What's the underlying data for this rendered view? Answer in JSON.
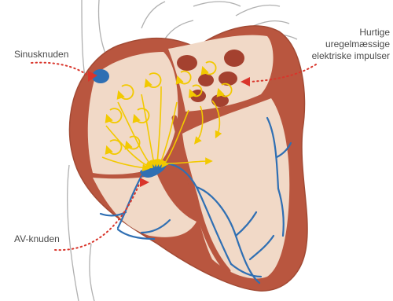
{
  "labels": {
    "sinus": "Sinusknuden",
    "av": "AV-knuden",
    "impulse_lines": [
      "Hurtige",
      "uregelmæssige",
      "elektriske impulser"
    ]
  },
  "colors": {
    "heart_outer": "#b9563f",
    "heart_inner": "#f1d9c7",
    "heart_edge": "#a24a34",
    "tissue_spot": "#a4412f",
    "conduction": "#2f6fb3",
    "impulse_arrow": "#f2c900",
    "marker": "#d9352b",
    "pointer_dots": "#d9352b",
    "vessel_line": "#b0b0b0"
  }
}
